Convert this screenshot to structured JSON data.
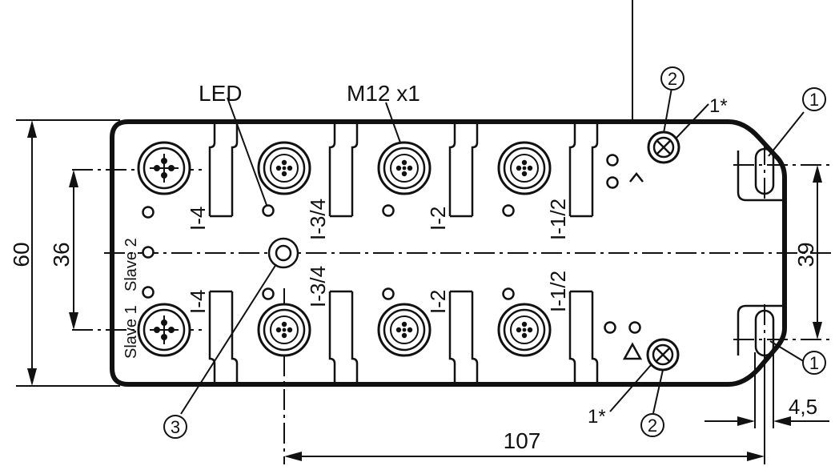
{
  "labels": {
    "led": "LED",
    "thread": "M12 x1",
    "slave1": "Slave 1",
    "slave2": "Slave 2",
    "one_star": "1*"
  },
  "ports_top": [
    "I-4",
    "I-3/4",
    "I-2",
    "I-1/2"
  ],
  "ports_bottom": [
    "I-4",
    "I-3/4",
    "I-2",
    "I-1/2"
  ],
  "callouts": {
    "c1": "1",
    "c2": "2",
    "c3": "3"
  },
  "dimensions": {
    "height_total": "60",
    "connector_spacing": "36",
    "mount_spacing": "39",
    "mount_pitch": "107",
    "hole_width": "4,5"
  }
}
